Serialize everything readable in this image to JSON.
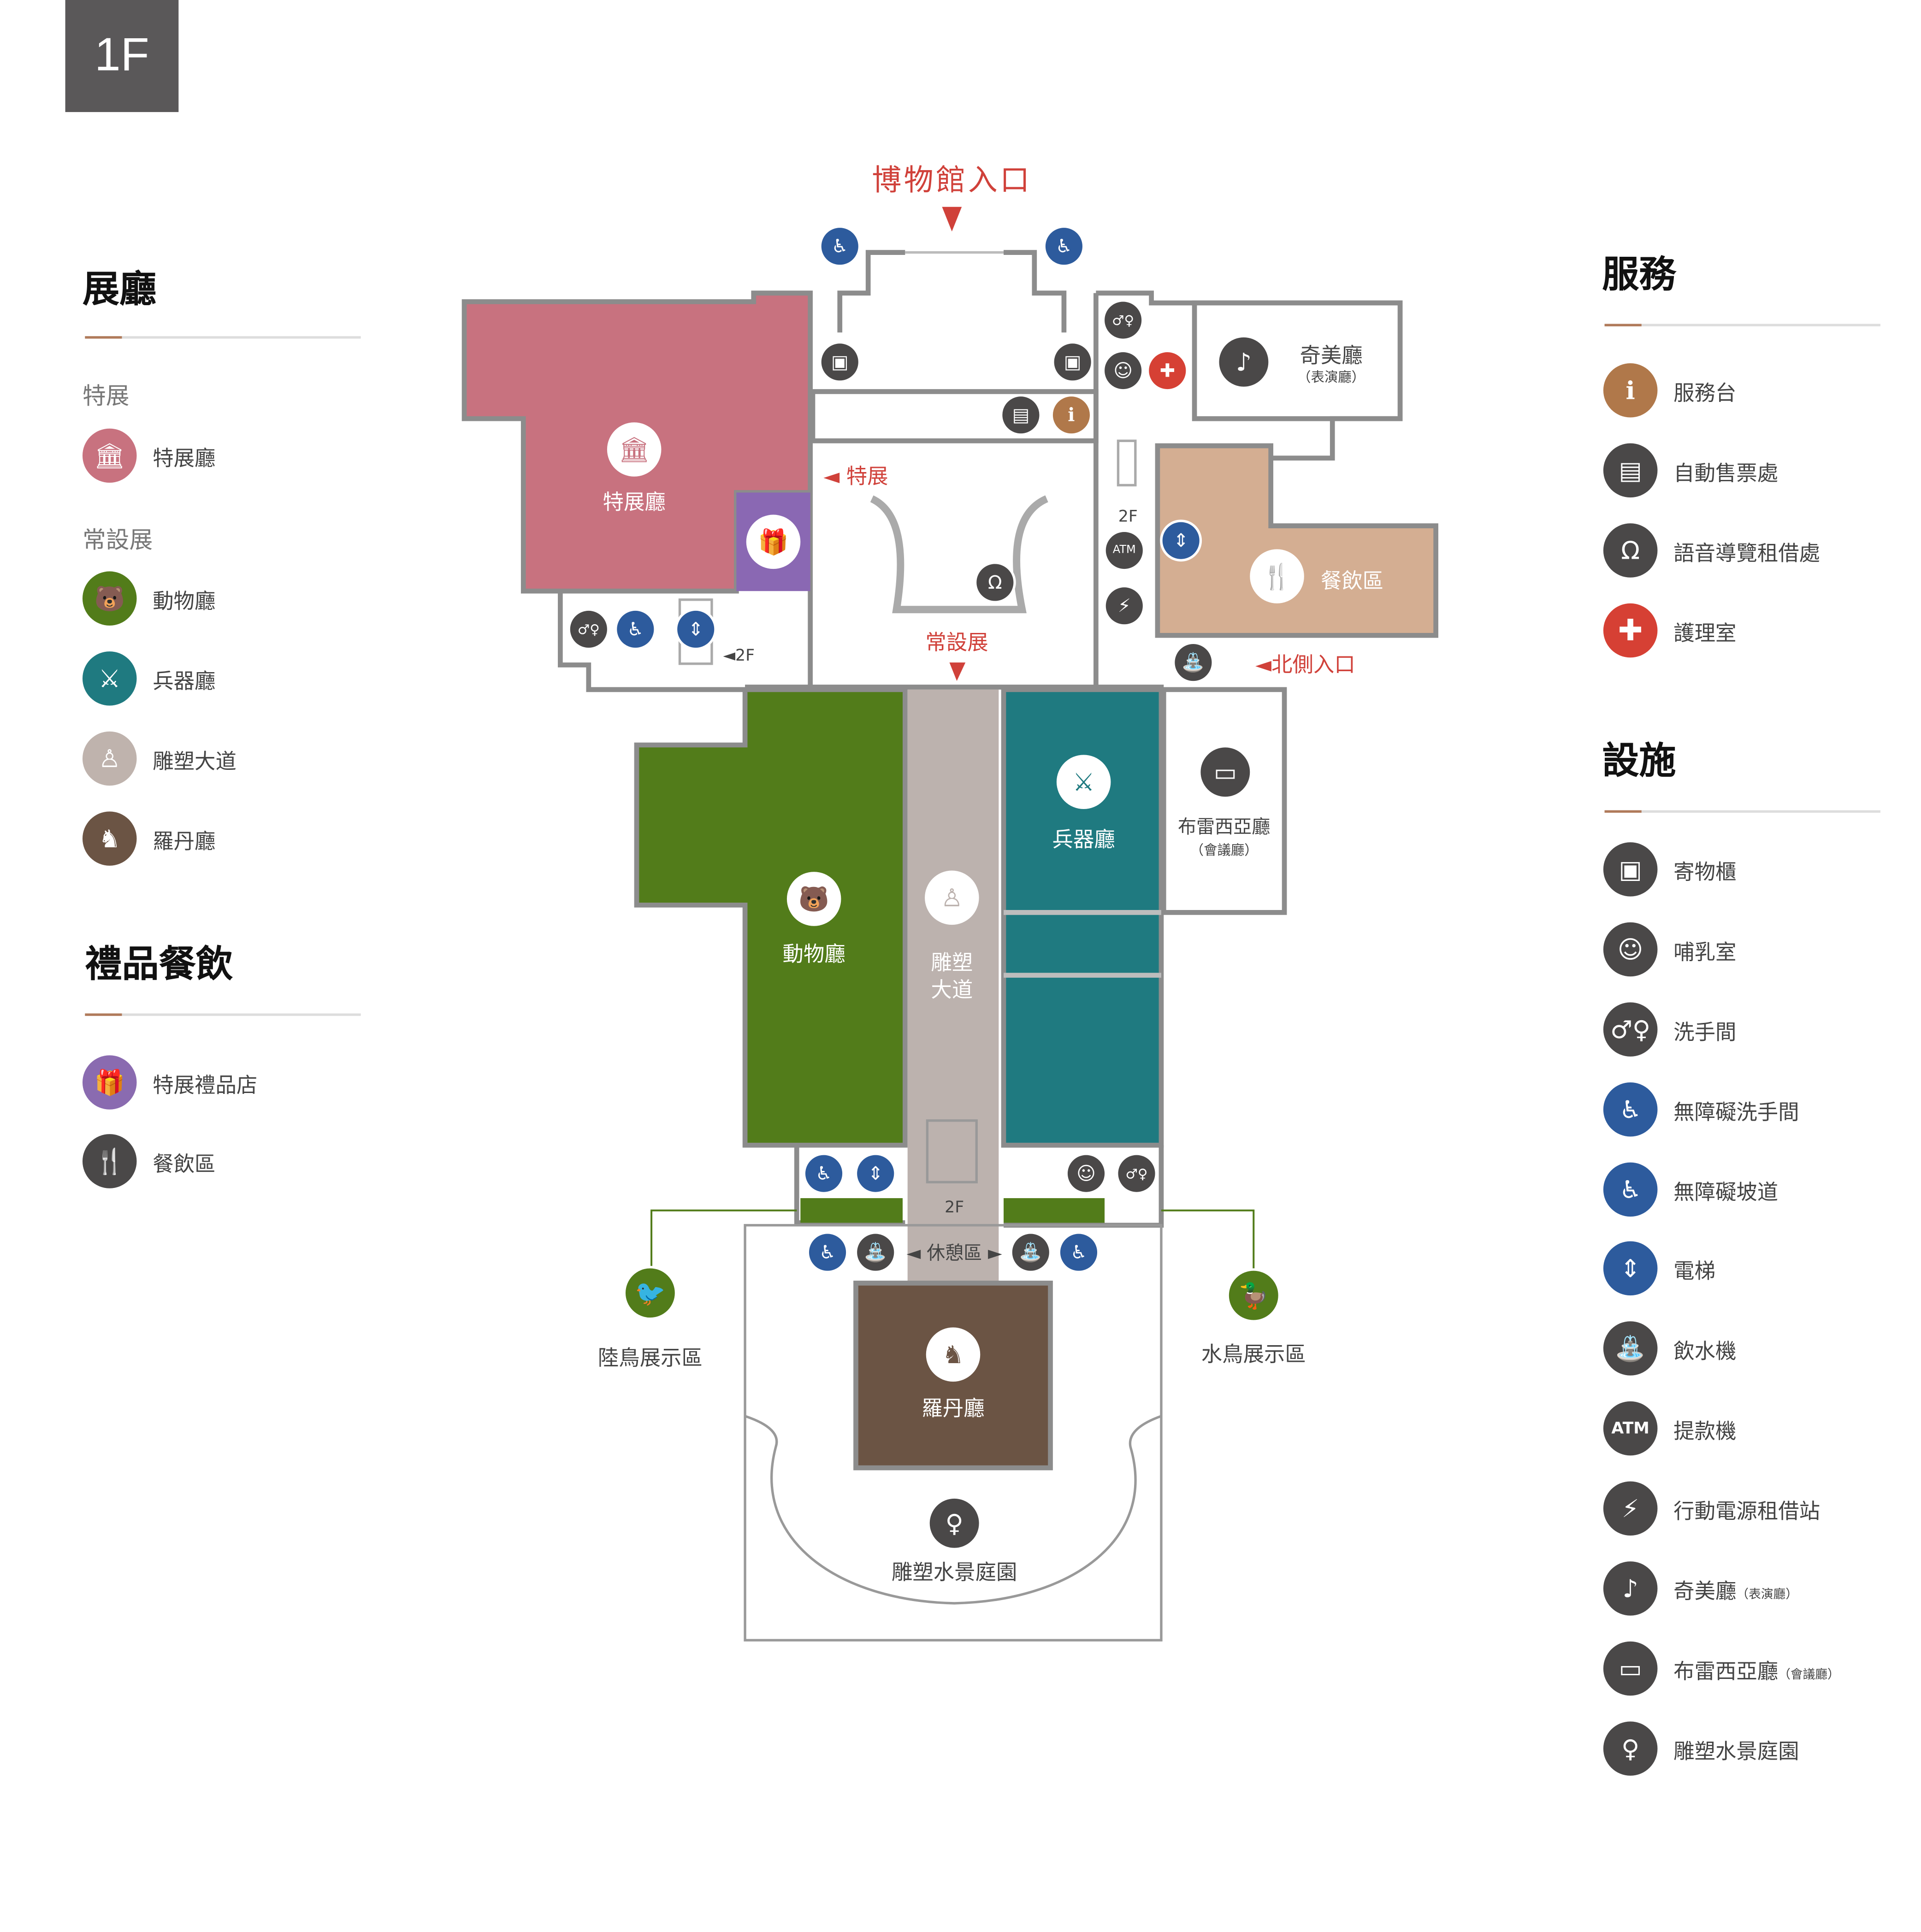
{
  "floor": "1F",
  "left": {
    "exhibits_title": "展廳",
    "special_label": "特展",
    "permanent_label": "常設展",
    "items": [
      {
        "label": "特展廳",
        "icon": "temple-icon",
        "color": "#c8727f"
      },
      {
        "label": "動物廳",
        "icon": "bear-icon",
        "color": "#527c1a"
      },
      {
        "label": "兵器廳",
        "icon": "armor-icon",
        "color": "#1f7a80"
      },
      {
        "label": "雕塑大道",
        "icon": "statue-icon",
        "color": "#bfb3ad"
      },
      {
        "label": "羅丹廳",
        "icon": "thinker-icon",
        "color": "#6b5444"
      }
    ],
    "gifts_title": "禮品餐飲",
    "gift_items": [
      {
        "label": "特展禮品店",
        "icon": "gift-icon",
        "color": "#8a6bb0"
      },
      {
        "label": "餐飲區",
        "icon": "fork-knife-icon",
        "color": "#4a4848"
      }
    ]
  },
  "right": {
    "services_title": "服務",
    "services": [
      {
        "label": "服務台",
        "icon": "info-icon",
        "color": "#b0784a"
      },
      {
        "label": "自動售票處",
        "icon": "ticket-machine-icon",
        "color": "#4a4848"
      },
      {
        "label": "語音導覽租借處",
        "icon": "headphones-icon",
        "color": "#4a4848"
      },
      {
        "label": "護理室",
        "icon": "first-aid-icon",
        "color": "#d64034"
      }
    ],
    "facilities_title": "設施",
    "facilities": [
      {
        "label": "寄物櫃",
        "icon": "locker-icon"
      },
      {
        "label": "哺乳室",
        "icon": "nursing-icon"
      },
      {
        "label": "洗手間",
        "icon": "restroom-icon"
      },
      {
        "label": "無障礙洗手間",
        "icon": "accessible-toilet-icon"
      },
      {
        "label": "無障礙坡道",
        "icon": "wheelchair-icon"
      },
      {
        "label": "電梯",
        "icon": "elevator-icon"
      },
      {
        "label": "飲水機",
        "icon": "water-fountain-icon"
      },
      {
        "label": "提款機",
        "icon": "atm-icon",
        "text": "ATM"
      },
      {
        "label": "行動電源租借站",
        "icon": "power-icon"
      },
      {
        "label": "奇美廳",
        "note": "（表演廳）",
        "icon": "conductor-icon"
      },
      {
        "label": "布雷西亞廳",
        "note": "（會議廳）",
        "icon": "presentation-icon"
      },
      {
        "label": "雕塑水景庭園",
        "icon": "fountain-statue-icon"
      }
    ],
    "blue": "#2d5b9d"
  },
  "map": {
    "entrance": "博物館入口",
    "special_arrow": "◄ 特展",
    "permanent": "常設展",
    "north_entrance": "◄北側入口",
    "chimei": "奇美廳",
    "chimei_note": "（表演廳）",
    "brescia": "布雷西亞廳",
    "brescia_note": "（會議廳）",
    "special_hall": "特展廳",
    "animal_hall": "動物廳",
    "sculpture_1": "雕塑",
    "sculpture_2": "大道",
    "arms_hall": "兵器廳",
    "dining": "餐飲區",
    "rodin": "羅丹廳",
    "garden": "雕塑水景庭園",
    "land_birds": "陸鳥展示區",
    "water_birds": "水鳥展示區",
    "rest_area": "◄ 休憩區 ►",
    "stairs_left": "◄2F",
    "stairs_2f": "2F",
    "atm": "ATM"
  }
}
